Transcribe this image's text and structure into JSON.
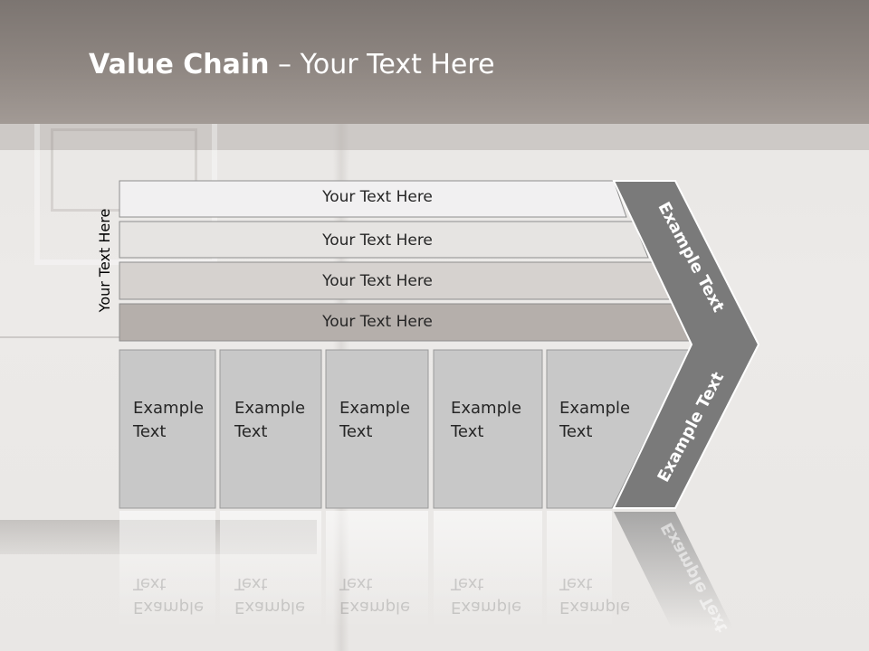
{
  "slide": {
    "title_bold": "Value Chain",
    "title_rest": " – Your Text Here",
    "side_label": "Your Text Here",
    "rows": [
      {
        "label": "Your Text Here",
        "fill": "#f1f0f1"
      },
      {
        "label": "Your Text Here",
        "fill": "#e6e4e2"
      },
      {
        "label": "Your Text Here",
        "fill": "#d6d2cf"
      },
      {
        "label": "Your Text Here",
        "fill": "#b5afab"
      }
    ],
    "cells": [
      {
        "line1": "Example",
        "line2": "Text"
      },
      {
        "line1": "Example",
        "line2": "Text"
      },
      {
        "line1": "Example",
        "line2": "Text"
      },
      {
        "line1": "Example",
        "line2": "Text"
      },
      {
        "line1": "Example",
        "line2": "Text"
      }
    ],
    "chevron_upper": "Example Text",
    "chevron_lower": "Example Text",
    "colors": {
      "chevron": "#7a7a7a",
      "cell": "#c8c8c8",
      "header": "#8f8782"
    }
  }
}
